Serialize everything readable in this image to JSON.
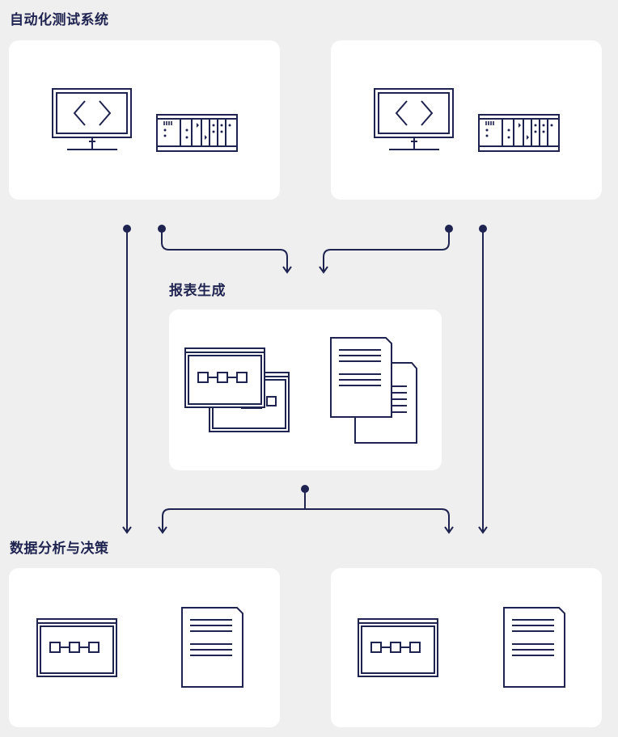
{
  "sections": {
    "testing": {
      "title": "自动化测试系统"
    },
    "report": {
      "title": "报表生成"
    },
    "analysis": {
      "title": "数据分析与决策"
    }
  },
  "colors": {
    "background": "#efefef",
    "panel": "#ffffff",
    "ink": "#1f2350"
  },
  "icons": [
    "monitor-code-icon",
    "rack-hardware-icon",
    "window-flow-icon",
    "document-stack-icon",
    "document-icon",
    "arrow-connector"
  ]
}
